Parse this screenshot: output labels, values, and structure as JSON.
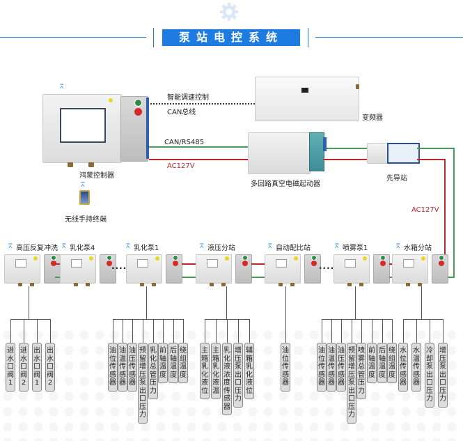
{
  "header": {
    "title": "泵站电控系统",
    "gear_icon": "gear-icon",
    "accent_color": "#1e7ce0"
  },
  "devices": {
    "controller": "鸿蒙控制器",
    "handheld": "无线手持终端",
    "inverter": "变频器",
    "starter": "多回路真空电磁起动器",
    "pilot_station": "先导站"
  },
  "links": {
    "speed_control": "智能调速控制",
    "can_bus": "CAN总线",
    "can_rs485": "CAN/RS485",
    "ac127v_left": "AC127V",
    "ac127v_right": "AC127V",
    "colors": {
      "can": "#4a9a5a",
      "ac": "#b8282e"
    }
  },
  "stations": [
    {
      "label": "高压反复冲洗",
      "wifi": true
    },
    {
      "label": "乳化泵4",
      "wifi": true
    },
    {
      "label": "乳化泵1",
      "wifi": true
    },
    {
      "label": "液压分站",
      "wifi": true
    },
    {
      "label": "自动配比站",
      "wifi": true
    },
    {
      "label": "喷雾泵1",
      "wifi": true
    },
    {
      "label": "水箱分站",
      "wifi": true
    }
  ],
  "ellipses": [
    "····",
    "····"
  ],
  "sensor_groups": [
    {
      "station": "高压反复冲洗",
      "sensors": [
        "进水口阀1",
        "进水口阀2",
        "出水口阀1",
        "出水口阀2"
      ]
    },
    {
      "station": "乳化泵1",
      "sensors": [
        "油位传感器",
        "油温传感器",
        "油压传感器",
        "预留增压泵出口压力",
        "乳化总管压力",
        "前轴温度",
        "后轴温度",
        "绕组温度"
      ]
    },
    {
      "station": "液压分站",
      "sensors": [
        "主箱乳化液位",
        "主箱乳化液温",
        "乳化液浓度传感器",
        "增压泵出口压力",
        "辅箱乳化液位"
      ]
    },
    {
      "station": "自动配比站",
      "sensors": [
        "油位传感器"
      ]
    },
    {
      "station": "喷雾泵1",
      "sensors": [
        "油位传感器",
        "油温传感器",
        "油压传感器",
        "预留增压泵出口压力",
        "喷雾总管压力",
        "前轴温度",
        "后轴温度",
        "绕组温度"
      ]
    },
    {
      "station": "水箱分站",
      "sensors": [
        "水位传感器",
        "水温传感器",
        "冷却泵出口压力",
        "增压泵出口压力"
      ]
    }
  ]
}
